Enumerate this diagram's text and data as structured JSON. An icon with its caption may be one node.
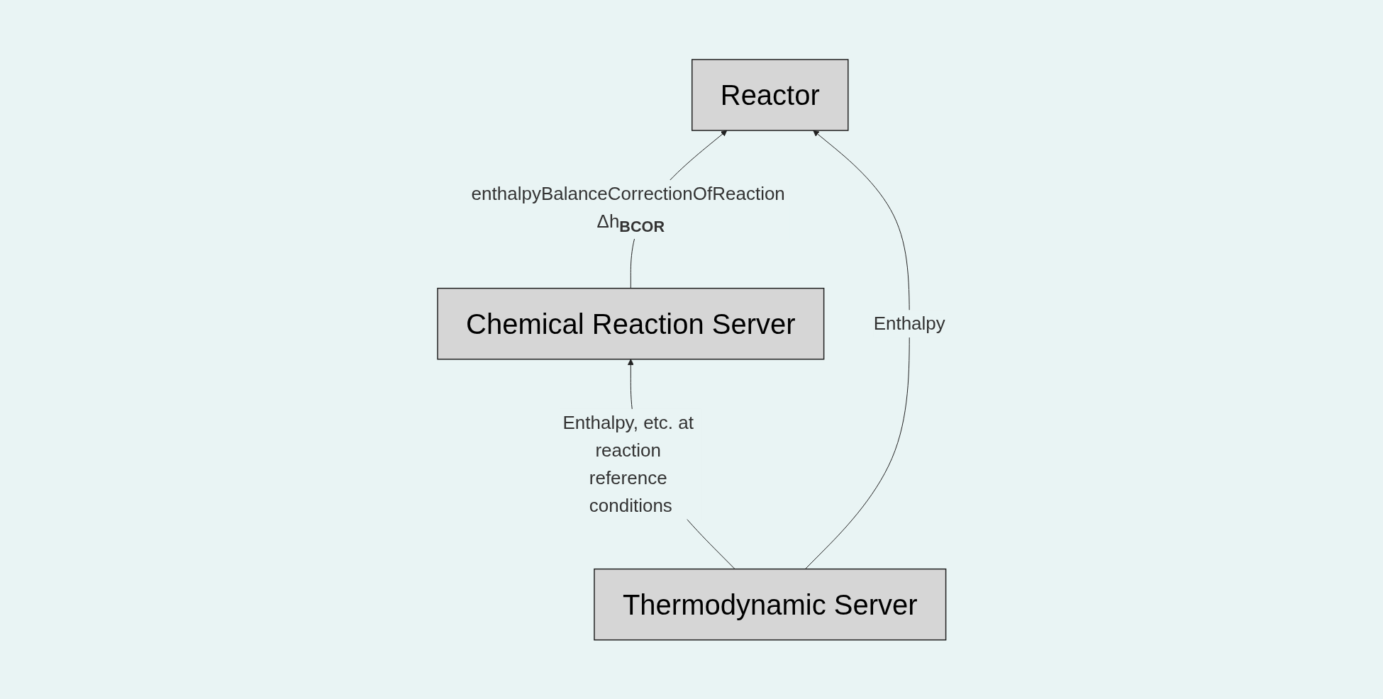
{
  "diagram": {
    "nodes": [
      {
        "text": [
          "Reactor"
        ]
      },
      {
        "text": [
          "Chemical Reaction Server"
        ]
      },
      {
        "text": [
          "Thermodynamic Server"
        ]
      }
    ],
    "edges": [
      {
        "from": 1,
        "to": 0,
        "arrow": "to",
        "label": "enthalpyBalanceCorrectionOfReaction Δh$_{BCOR}$"
      },
      {
        "from": 2,
        "to": 0,
        "arrow": "to",
        "label": "Enthalpy"
      },
      {
        "from": 2,
        "to": 1,
        "arrow": "to",
        "label": "Enthalpy, etc. at reaction reference conditions"
      }
    ]
  }
}
